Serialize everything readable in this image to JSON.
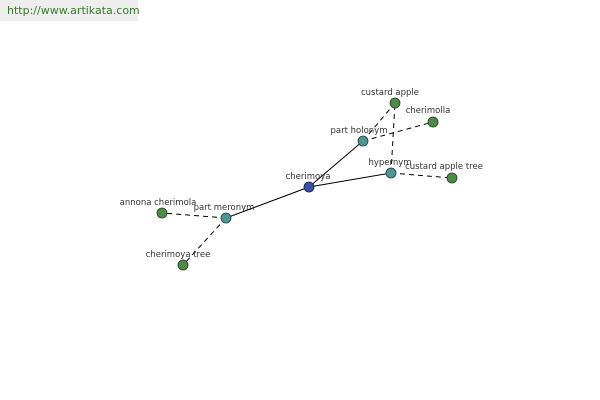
{
  "header": {
    "url": "http://www.artikata.com"
  },
  "colors": {
    "center_node": "#3b4fa0",
    "relation_node": "#4e9490",
    "leaf_node": "#4f8a4a",
    "edge": "#000000",
    "url_text": "#3a7a2a"
  },
  "graph": {
    "center": {
      "label": "cherimoya"
    },
    "relations": [
      {
        "label": "part holonym"
      },
      {
        "label": "hypernym"
      },
      {
        "label": "part meronym"
      }
    ],
    "leaves": [
      {
        "label": "custard apple"
      },
      {
        "label": "cherimolla"
      },
      {
        "label": "custard apple tree"
      },
      {
        "label": "annona cherimola"
      },
      {
        "label": "cherimoya tree"
      }
    ]
  }
}
